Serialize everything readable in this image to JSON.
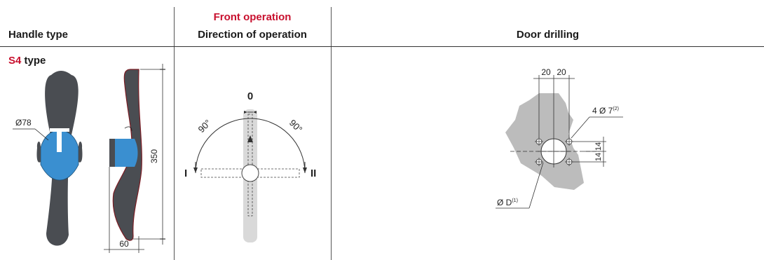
{
  "headers": {
    "handle_type": "Handle type",
    "front_operation": "Front operation",
    "direction": "Direction of operation",
    "door_drilling": "Door drilling"
  },
  "handle": {
    "series": "S4",
    "type_word": "type",
    "diameter_label": "Ø78",
    "height_label": "350",
    "depth_label": "60"
  },
  "direction": {
    "zero_label": "0",
    "angle_left": "90°",
    "angle_right": "90°",
    "pos_left": "I",
    "pos_right": "II"
  },
  "drilling": {
    "dim_a": "20",
    "dim_b": "20",
    "holes_main": "4 Ø 7",
    "holes_sup": "(2)",
    "dim_v1": "14",
    "dim_v2": "14",
    "bore_main": "Ø D",
    "bore_sup": "(1)"
  },
  "colors": {
    "accent_red": "#c8102e",
    "handle_dark": "#4a4d52",
    "handle_blue": "#3a8fd0",
    "ghost_grey": "#d9d9d9",
    "door_grey": "#bcbcbc"
  }
}
